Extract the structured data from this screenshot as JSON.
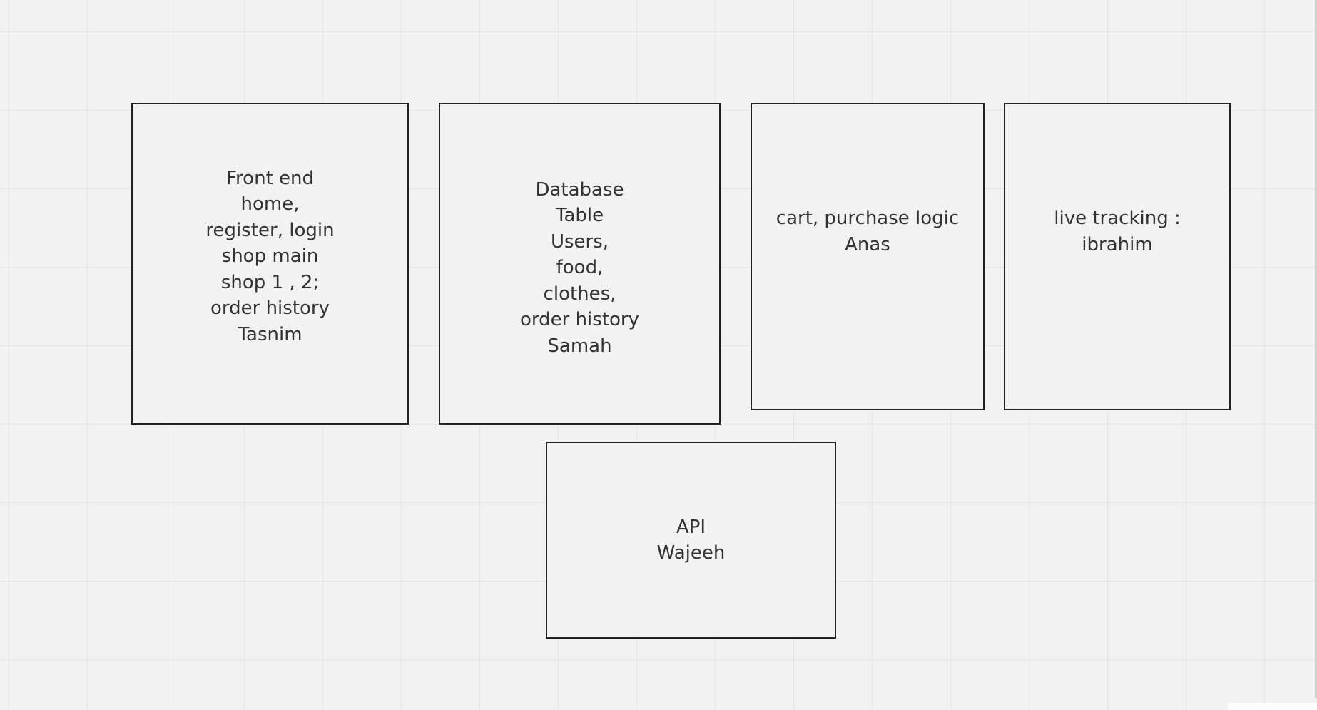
{
  "board": {
    "cards": [
      {
        "id": "frontend",
        "text": "Front end\nhome,\nregister, login\nshop main\nshop 1 , 2;\norder history\nTasnim"
      },
      {
        "id": "database",
        "text": "Database\nTable\nUsers,\nfood,\nclothes,\norder history\nSamah"
      },
      {
        "id": "cart",
        "text": "cart, purchase logic\nAnas"
      },
      {
        "id": "tracking",
        "text": "live tracking :\nibrahim"
      },
      {
        "id": "api",
        "text": "API\nWajeeh"
      }
    ]
  },
  "colors": {
    "background": "#f2f2f2",
    "grid": "#e6e6e6",
    "border": "#222222",
    "text": "#333333"
  }
}
